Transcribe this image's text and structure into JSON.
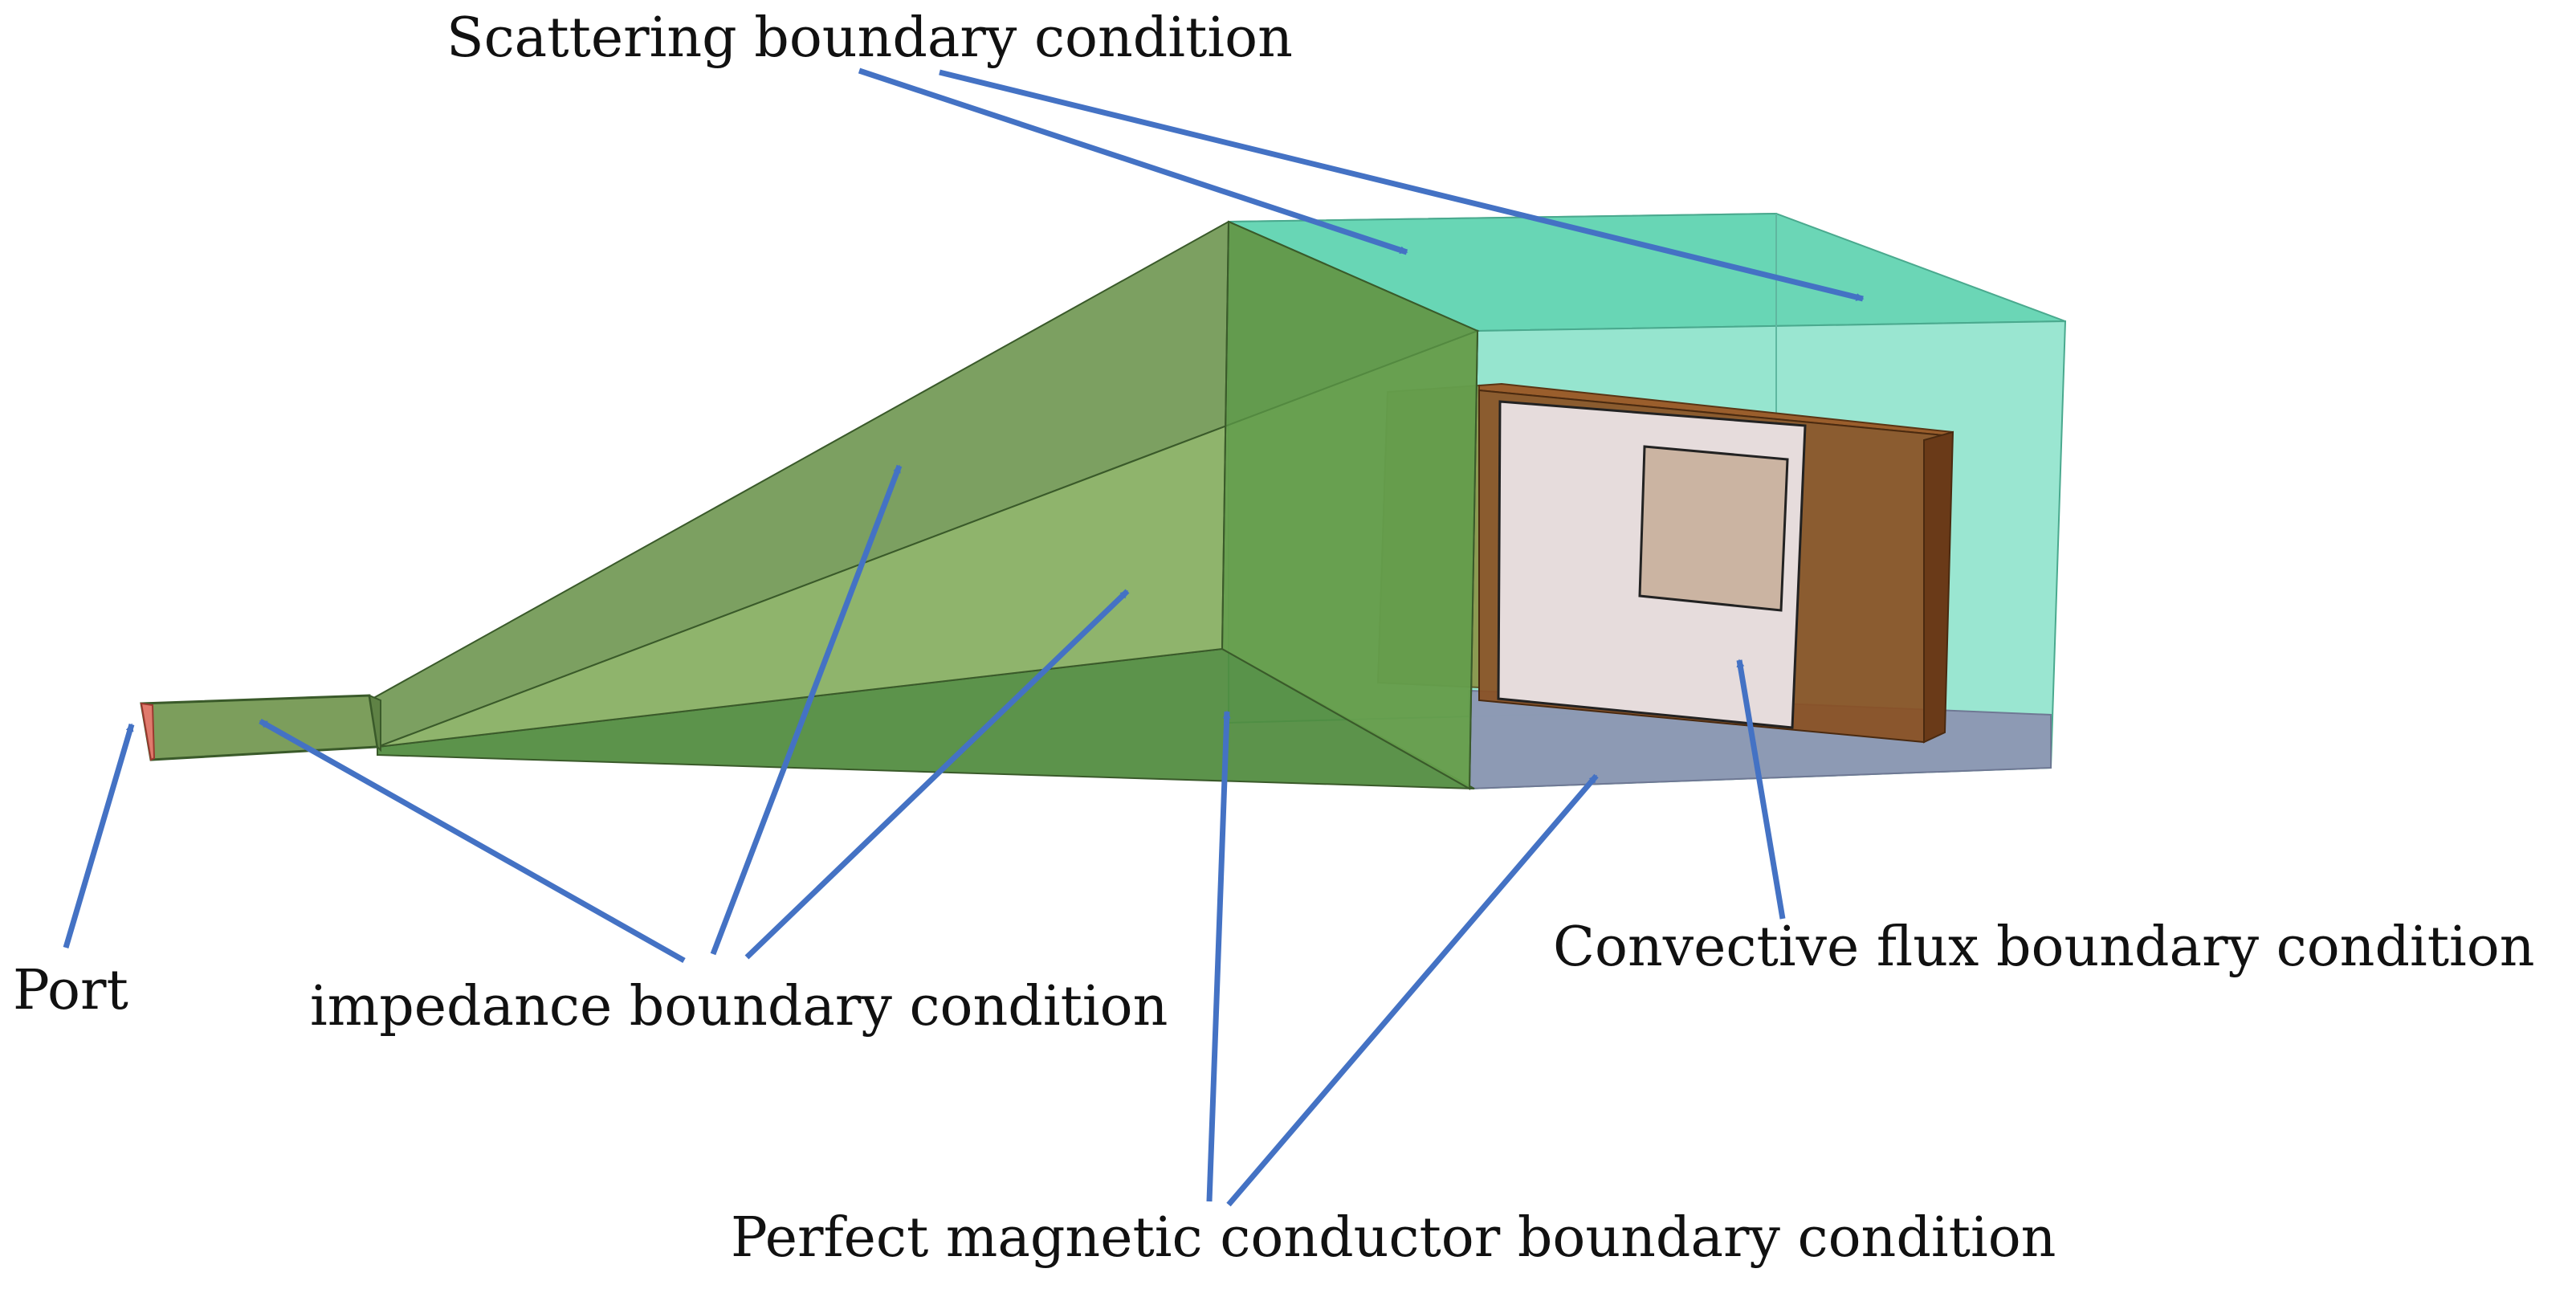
{
  "labels": {
    "scattering": "Scattering boundary condition",
    "port": "Port",
    "impedance": "impedance boundary condition",
    "convective": "Convective flux boundary condition",
    "pmc": "Perfect magnetic conductor boundary condition"
  },
  "colors": {
    "arrow": "#4472C4",
    "air_box": "#5ED3B0",
    "air_box_side": "#8FE3CC",
    "horn_upper": "#6E9650",
    "horn_inner": "#7FAA58",
    "horn_lower": "#4E8A3C",
    "pmc_floor": "#8C96B2",
    "frame": "#8A5022",
    "panel": "#E6DCDC",
    "panel_inner": "#CBB4A2",
    "port": "#E07A6C",
    "waveguide": "#7C9E5C"
  }
}
